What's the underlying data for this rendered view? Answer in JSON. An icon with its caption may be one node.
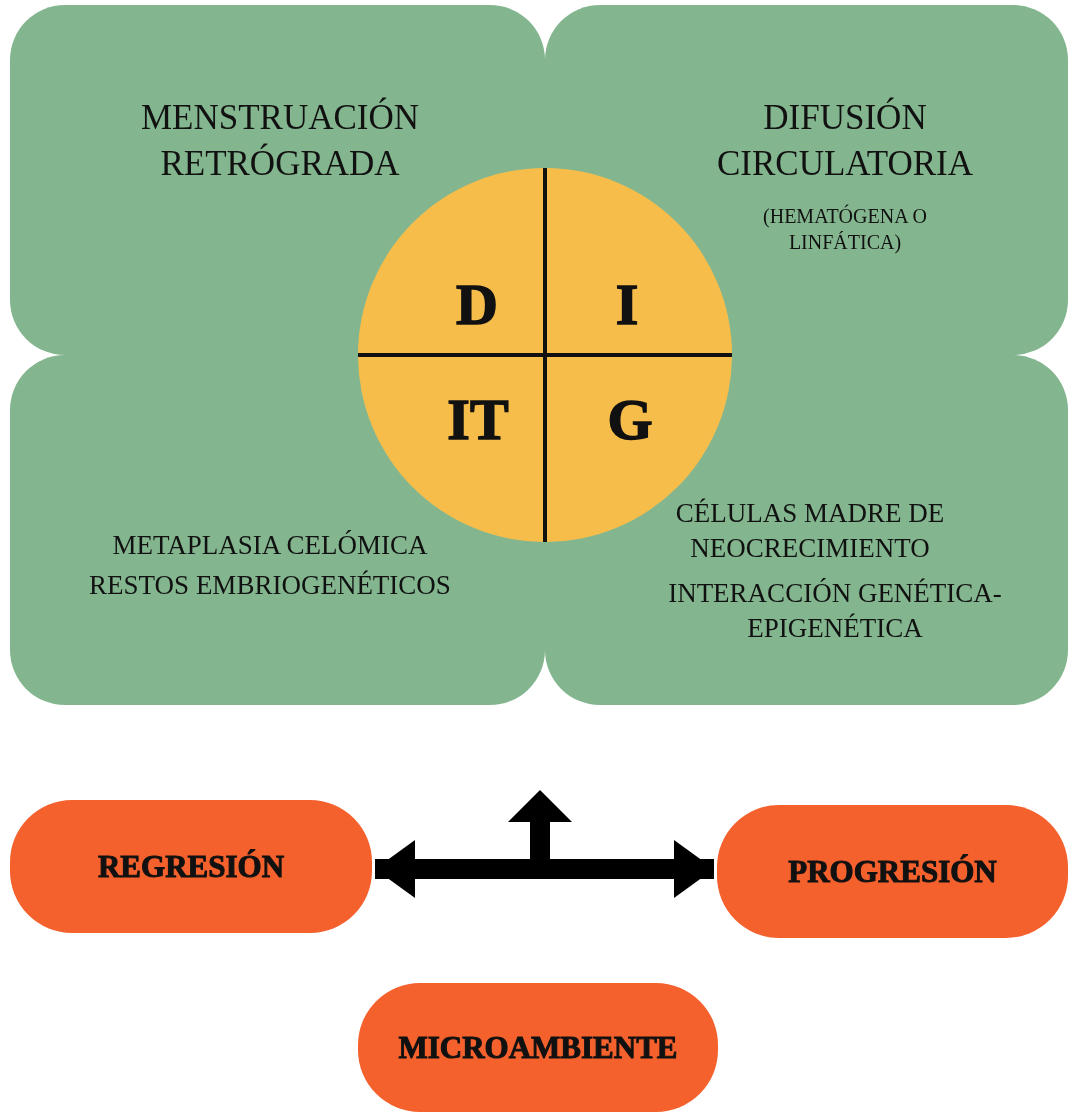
{
  "diagram": {
    "nodes": [
      {
        "text": [
          "MENSTRUACIÓN RETRÓGRADA"
        ]
      },
      {
        "text": [
          "D"
        ],
        "in": 0
      },
      {
        "text": [
          "DIFUSIÓN CIRCULATORIA",
          "(HEMATÓGENA O LINFÁTICA)"
        ]
      },
      {
        "text": [
          "I"
        ],
        "in": 2
      },
      {
        "text": [
          "METAPLASIA CELÓMICA",
          "RESTOS EMBRIOGENÉTICOS"
        ]
      },
      {
        "text": [
          "IT"
        ],
        "in": 4
      },
      {
        "text": [
          "CÉLULAS MADRE DE NEOCRECIMIENTO",
          "INTERACCIÓN GENÉTICA-EPIGENÉTICA"
        ]
      },
      {
        "text": [
          "G"
        ],
        "in": 6
      },
      {
        "text": [
          "REGRESIÓN"
        ]
      },
      {
        "text": [
          "PROGRESIÓN"
        ]
      },
      {
        "text": [
          "MICROAMBIENTE"
        ]
      }
    ],
    "edges": [
      {
        "from": 8,
        "to": 9,
        "arrow": "both"
      }
    ]
  }
}
